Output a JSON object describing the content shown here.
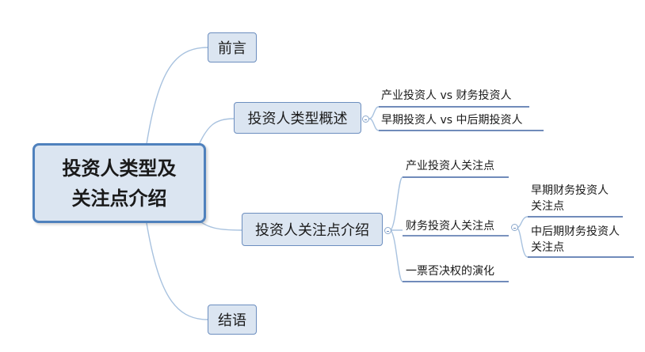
{
  "root": {
    "line1": "投资人类型及",
    "line2": "关注点介绍"
  },
  "branches": {
    "preface": "前言",
    "types": {
      "label": "投资人类型概述",
      "children": [
        "产业投资人 vs 财务投资人",
        "早期投资人 vs 中后期投资人"
      ]
    },
    "focus": {
      "label": "投资人关注点介绍",
      "industrial": "产业投资人关注点",
      "financial": {
        "label": "财务投资人关注点",
        "early": {
          "line1": "早期财务投资人",
          "line2": "关注点"
        },
        "late": {
          "line1": "中后期财务投资人",
          "line2": "关注点"
        }
      },
      "veto": "一票否决权的演化"
    },
    "conclusion": "结语"
  },
  "colors": {
    "link": "#a8c2df",
    "underline": "#4f6fa8",
    "node_fill": "#dbe5f1",
    "node_border": "#6c8ebf",
    "root_border": "#4f81bd"
  }
}
